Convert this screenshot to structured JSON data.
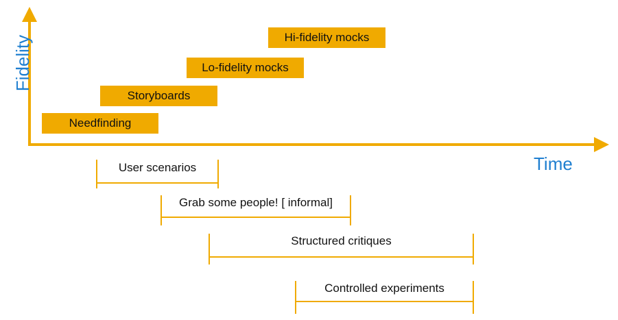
{
  "axes": {
    "y_label": "Fidelity",
    "x_label": "Time",
    "color": "#F0AA00",
    "label_color": "#1F7FD0"
  },
  "stages": [
    {
      "label": "Needfinding"
    },
    {
      "label": "Storyboards"
    },
    {
      "label": "Lo-fidelity mocks"
    },
    {
      "label": "Hi-fidelity mocks"
    }
  ],
  "evaluation_spans": [
    {
      "label": "User scenarios"
    },
    {
      "label": "Grab some people! [ informal]"
    },
    {
      "label": "Structured critiques"
    },
    {
      "label": "Controlled experiments"
    }
  ]
}
